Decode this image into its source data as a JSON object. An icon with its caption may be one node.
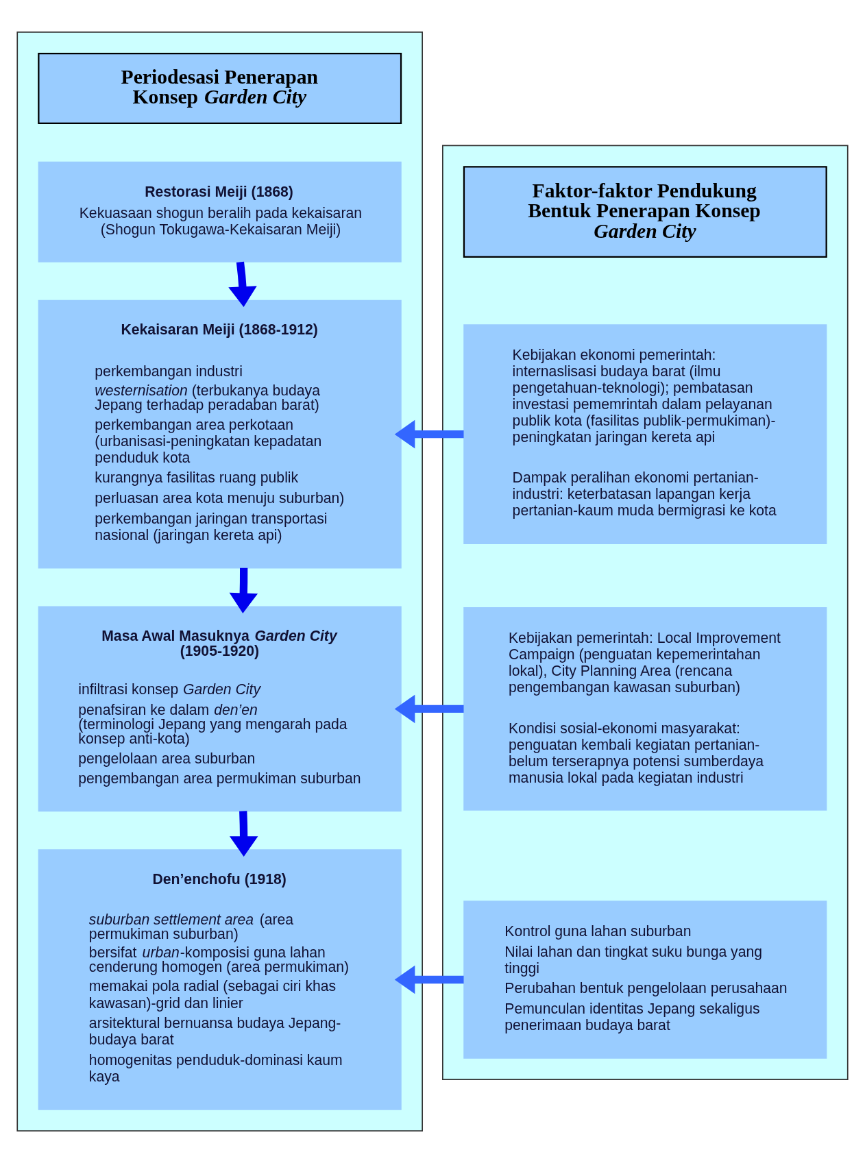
{
  "diagram": {
    "nodes": [
      {
        "text": [],
        "shape": "box"
      },
      {
        "text": [
          "Periodesasi Penerapan Konsep *Garden City*"
        ],
        "in": 0
      },
      {
        "text": [
          "Restorasi Meiji (1868)",
          "Kekuasaan shogun beralih pada kekaisaran (Shogun Tokugawa-Kekaisaran Meiji)"
        ],
        "in": 0
      },
      {
        "text": [
          "Kekaisaran Meiji (1868-1912)",
          "perkembangan industri",
          "*westernisation* (terbukanya budaya Jepang terhadap peradaban barat)",
          "perkembangan area perkotaan (urbanisasi-peningkatan kepadatan penduduk kota",
          "kurangnya fasilitas ruang publik",
          "perluasan area kota menuju suburban)",
          "perkembangan jaringan transportasi nasional (jaringan kereta api)"
        ],
        "in": 0
      },
      {
        "text": [
          "Masa Awal Masuknya *Garden City* (1905-1920)",
          "infiltrasi konsep *Garden City*",
          "penafsiran ke dalam *den’en* (terminologi Jepang yang mengarah pada konsep anti-kota)",
          "pengelolaan area suburban",
          "pengembangan area permukiman suburban"
        ],
        "in": 0
      },
      {
        "text": [
          "Den’enchofu (1918)",
          "*suburban settlement area* (area permukiman suburban)",
          "bersifat *urban*-komposisi guna lahan cenderung homogen (area permukiman)",
          "memakai pola radial (sebagai ciri khas kawasan)-grid dan linier",
          "arsitektural bernuansa budaya Jepang-budaya barat",
          "homogenitas penduduk-dominasi kaum kaya"
        ],
        "in": 0
      },
      {
        "text": [],
        "shape": "box"
      },
      {
        "text": [
          "Faktor-faktor Pendukung Bentuk Penerapan Konsep *Garden City*"
        ],
        "in": 6
      },
      {
        "text": [
          "Kebijakan ekonomi pemerintah: internaslisasi budaya barat (ilmu pengetahuan-teknologi); pembatasan investasi pememrintah dalam pelayanan publik kota (fasilitas publik-permukiman)-peningkatan jaringan kereta api",
          "Dampak peralihan ekonomi pertanian-industri: keterbatasan lapangan kerja pertanian-kaum muda bermigrasi ke kota"
        ],
        "in": 6
      },
      {
        "text": [
          "Kebijakan pemerintah: Local Improvement Campaign (penguatan kepemerintahan lokal), City Planning Area (rencana pengembangan kawasan suburban)",
          "Kondisi sosial-ekonomi masyarakat: penguatan kembali kegiatan pertanian-belum terserapnya potensi sumberdaya manusia lokal pada kegiatan industri"
        ],
        "in": 6
      },
      {
        "text": [
          "Kontrol guna lahan suburban",
          "Nilai lahan dan tingkat suku bunga yang tinggi",
          "Perubahan bentuk pengelolaan perusahaan",
          "Pemunculan identitas Jepang sekaligus penerimaan budaya barat"
        ],
        "in": 6
      }
    ],
    "edges": [
      {
        "from": 2,
        "to": 3,
        "arrow": "to",
        "color": "#0000ee"
      },
      {
        "from": 3,
        "to": 4,
        "arrow": "to",
        "color": "#0000ee"
      },
      {
        "from": 4,
        "to": 5,
        "arrow": "to",
        "color": "#0000ee"
      },
      {
        "from": 8,
        "to": 3,
        "arrow": "to",
        "color": "#3366ff"
      },
      {
        "from": 9,
        "to": 4,
        "arrow": "to",
        "color": "#3366ff"
      },
      {
        "from": 10,
        "to": 5,
        "arrow": "to",
        "color": "#3366ff"
      }
    ]
  }
}
